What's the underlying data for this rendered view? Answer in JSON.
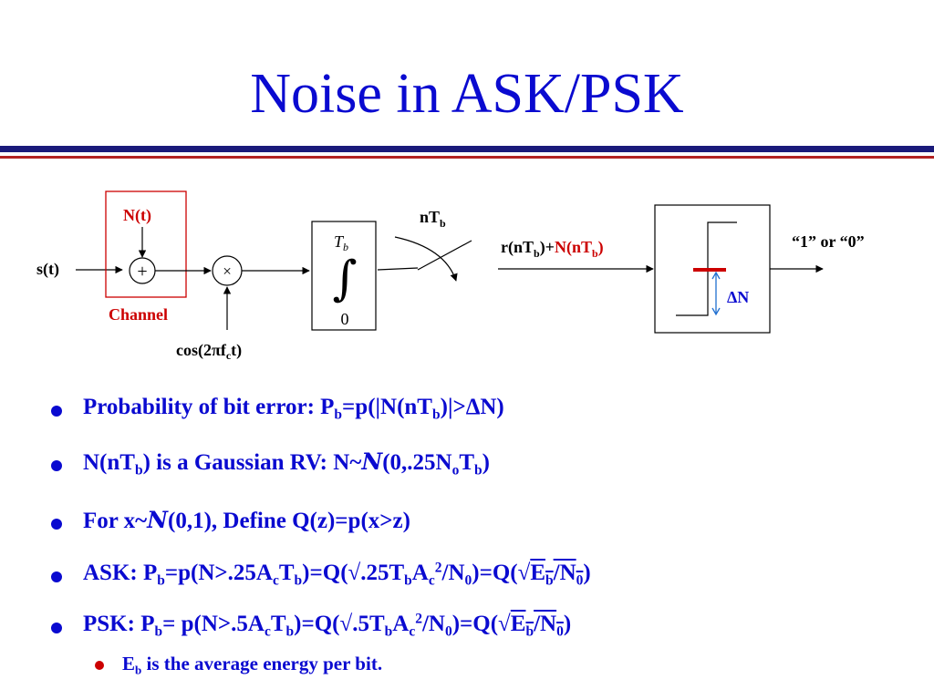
{
  "slide": {
    "title": "Noise in ASK/PSK",
    "colors": {
      "title": "#0a0ad0",
      "rule_blue": "#1a1a7a",
      "rule_red": "#b22222",
      "accent_red": "#cc0000",
      "box_blue": "#1f6fd0"
    }
  },
  "diagram": {
    "input_label": "s(t)",
    "noise_label": "N(t)",
    "adder_symbol": "+",
    "multiplier_symbol": "×",
    "channel_label": "Channel",
    "carrier_label": "cos(2πf",
    "carrier_sub": "c",
    "carrier_suffix": "t)",
    "integral_symbol": "∫",
    "integral_upper": "T",
    "integral_upper_sub": "b",
    "integral_lower": "0",
    "sampler_label": "nT",
    "sampler_sub": "b",
    "decision_in_prefix": "r(nT",
    "decision_in_sub": "b",
    "decision_in_mid": ")+",
    "decision_in_red": "N(nT",
    "decision_in_red_sub": "b",
    "decision_in_close": ")",
    "delta_label": "ΔN",
    "output_label": "“1” or “0”"
  },
  "bullets": [
    {
      "text": "Probability of bit error: P"
    },
    {
      "text": "N(nT"
    },
    {
      "text": "For x~"
    },
    {
      "text": "ASK: P"
    },
    {
      "text": "PSK: P"
    },
    {
      "text": "E"
    }
  ]
}
